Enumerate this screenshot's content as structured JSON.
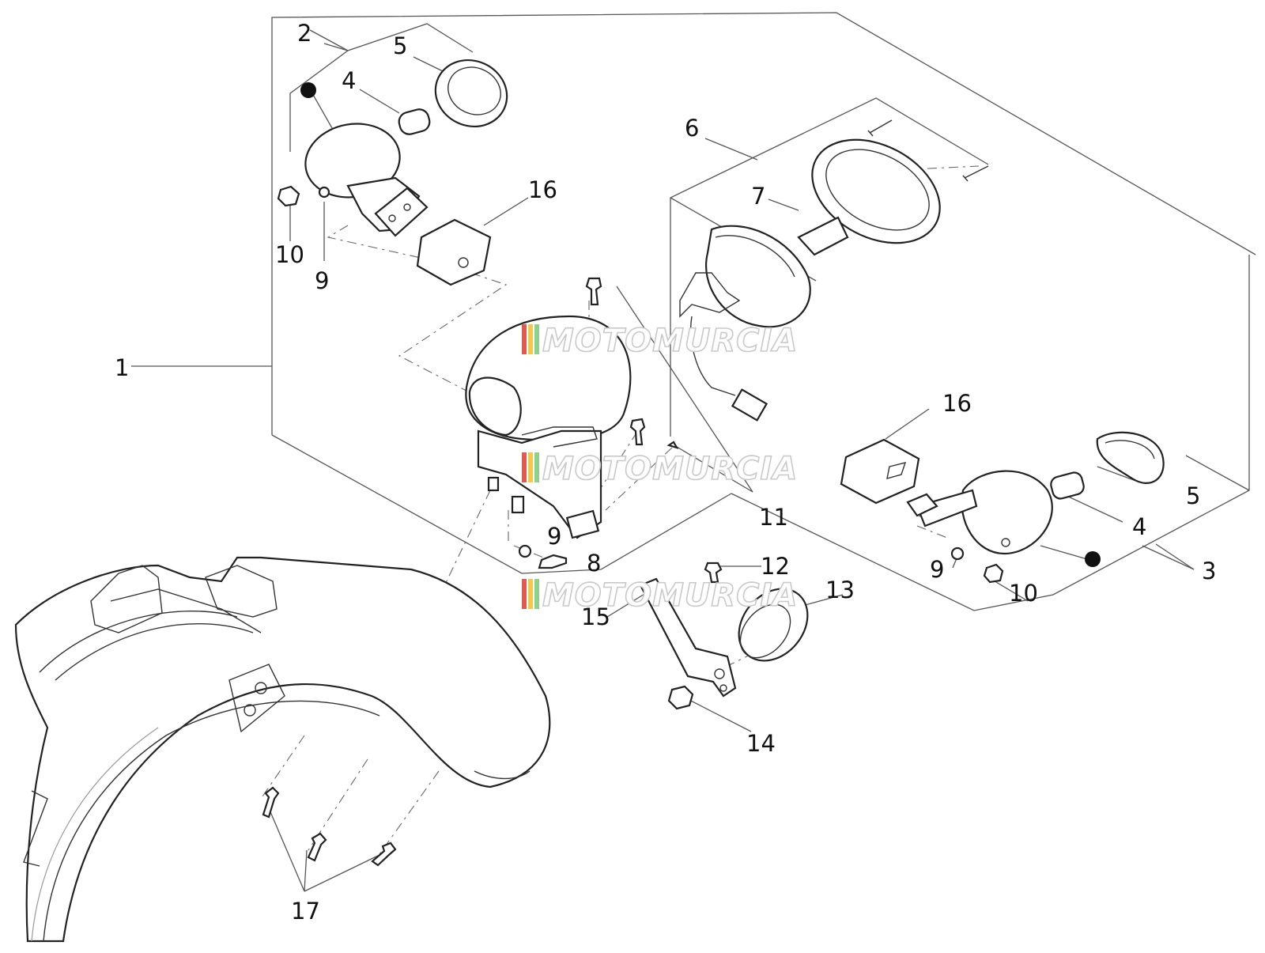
{
  "callouts": [
    {
      "id": "c1",
      "text": "1"
    },
    {
      "id": "c2",
      "text": "2"
    },
    {
      "id": "c3",
      "text": "3"
    },
    {
      "id": "c4a",
      "text": "4"
    },
    {
      "id": "c4b",
      "text": "4"
    },
    {
      "id": "c5a",
      "text": "5"
    },
    {
      "id": "c5b",
      "text": "5"
    },
    {
      "id": "c6",
      "text": "6"
    },
    {
      "id": "c7",
      "text": "7"
    },
    {
      "id": "c8",
      "text": "8"
    },
    {
      "id": "c9a",
      "text": "9"
    },
    {
      "id": "c9b",
      "text": "9"
    },
    {
      "id": "c9c",
      "text": "9"
    },
    {
      "id": "c10a",
      "text": "10"
    },
    {
      "id": "c10b",
      "text": "10"
    },
    {
      "id": "c11",
      "text": "11"
    },
    {
      "id": "c12",
      "text": "12"
    },
    {
      "id": "c13",
      "text": "13"
    },
    {
      "id": "c14",
      "text": "14"
    },
    {
      "id": "c15",
      "text": "15"
    },
    {
      "id": "c16a",
      "text": "16"
    },
    {
      "id": "c16b",
      "text": "16"
    },
    {
      "id": "c17",
      "text": "17"
    }
  ],
  "watermark": {
    "text": "MOTOMURCIA",
    "stripe_colors": [
      "#e05a4f",
      "#f2c94c",
      "#8fd18b"
    ]
  }
}
